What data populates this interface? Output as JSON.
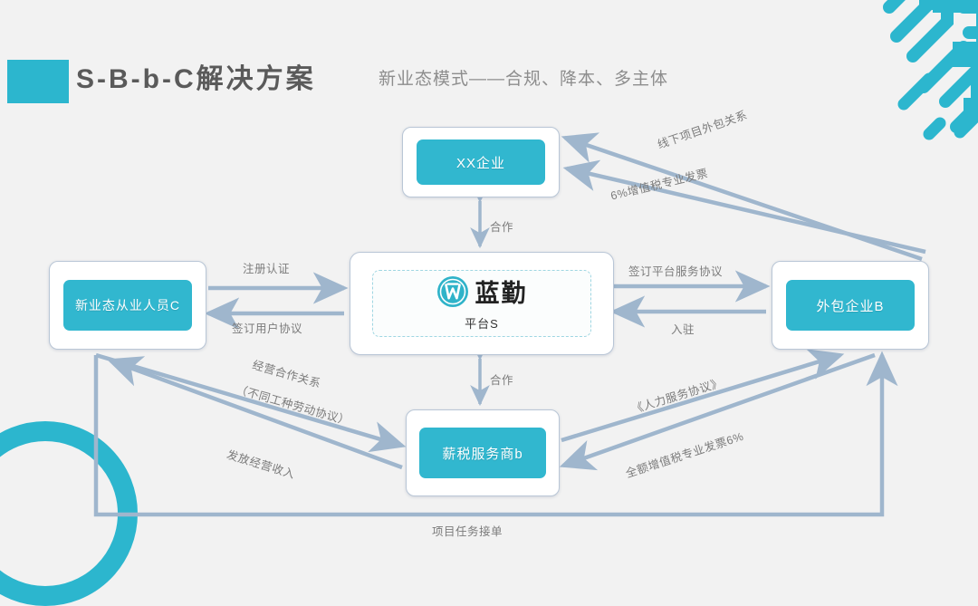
{
  "header": {
    "title": "S-B-b-C解决方案",
    "subtitle": "新业态模式——合规、降本、多主体",
    "accent_color": "#2cb6ce"
  },
  "platform": {
    "brand": "蓝勤",
    "role": "平台S",
    "logo_icon": "lanqin-circle-logo-icon"
  },
  "nodes": [
    {
      "id": "xx",
      "label": "XX企业"
    },
    {
      "id": "c",
      "label": "新业态从业人员C"
    },
    {
      "id": "b",
      "label": "外包企业B"
    },
    {
      "id": "sb",
      "label": "薪税服务商b"
    }
  ],
  "edges": [
    {
      "id": "xx-b-offline",
      "label": "线下项目外包关系"
    },
    {
      "id": "xx-b-invoice",
      "label": "6%增值税专业发票"
    },
    {
      "id": "s-b-agreement",
      "label": "签订平台服务协议"
    },
    {
      "id": "b-s-settle",
      "label": "入驻"
    },
    {
      "id": "c-s-register",
      "label": "注册认证"
    },
    {
      "id": "s-c-useragree",
      "label": "签订用户协议"
    },
    {
      "id": "s-xx-coop",
      "label": "合作"
    },
    {
      "id": "s-sb-coop",
      "label": "合作"
    },
    {
      "id": "c-sb-coop-1",
      "label": "经营合作关系"
    },
    {
      "id": "c-sb-coop-2",
      "label": "（不同工种劳动协议）"
    },
    {
      "id": "sb-c-income",
      "label": "发放经营收入"
    },
    {
      "id": "sb-b-hragree",
      "label": "《人力服务协议》"
    },
    {
      "id": "sb-b-invoice",
      "label": "全额增值税专业发票6%"
    },
    {
      "id": "c-b-order",
      "label": "项目任务接单"
    }
  ],
  "style": {
    "node_fill": "#31b7cf",
    "card_border": "#b9c6d6",
    "arrow_color": "#9fb6cd",
    "label_color": "#7b7b7b",
    "background": "#f2f2f2"
  }
}
